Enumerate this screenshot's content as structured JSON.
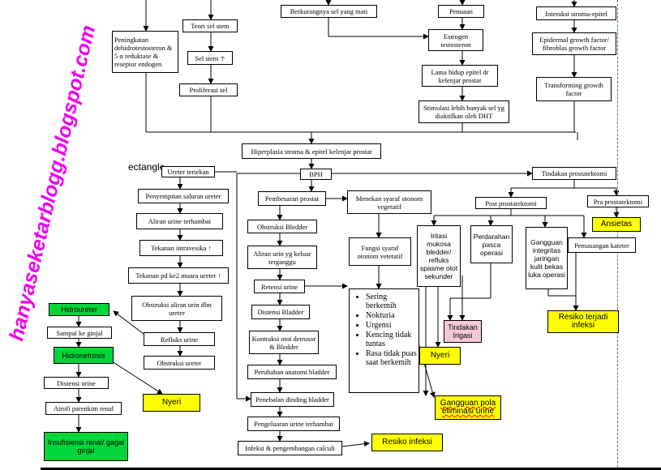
{
  "watermark": "hanyaseketarblogg.blogspot.com",
  "shape_tag": "ectangle",
  "boxes": {
    "peningkatan": "Peningkatan dehidrotestosteron & 5 α reduktase & reseptor endogen",
    "teori_stem": "Teori sel stem",
    "sel_stem": "Sel stem",
    "proliferasi": "Proliferasi sel",
    "berkurang": "Berkurangnya sel yang mati",
    "penuaan": "Penuaan",
    "estrogen": "Estrogen",
    "testosteron": "testosteron",
    "lama_hidup": "Lama hidup epitel dr kelenjar prostat",
    "stimulasi": "Stimulasi lebih banyak sel yg diaktifkan oleh DHT",
    "interaksi": "Interaksi stroma-epitel",
    "epidermal": "Epidermal growth factor/ fibroblas growth factor",
    "transforming": "Transforming growth factor",
    "hiperplasia": "Hiperplasia stroma & epitel kelenjar prostat",
    "bph": "BPH",
    "tindakan": "Tindakan prostatektomi",
    "pembesaran": "Pembesaran prostat",
    "menekan": "Menekan syaraf otonom vegetatif",
    "obstruksi_bledder": "Obstruksi Bledder",
    "aliran_keluar": "Aliran urin yg keluar terganggu",
    "retensi": "Retensi urine",
    "distensi_bladder": "Distensi Bladder",
    "kontraksi": "Kontraksi otot detrusor & Bledder",
    "perubahan": "Perubahan anatomi bladder",
    "penebalan": "Penebalan dinding bladder",
    "pengeluaran": "Pengeluaran urine terhambat",
    "infeksi": "Infeksi & pengembangan calculi",
    "resiko_infeksi": "Resiko infeksi",
    "fungsi": "Fungsi syaraf otonom vetetatif",
    "post": "Post prostatektomi",
    "pra": "Pra prostatektomi",
    "ansietas": "Ansietas",
    "iritasi": "Iritasi mukosa bledder/ refluks spasme otot sekunder",
    "perdarahan": "Perdarahan pasca operasi",
    "gangguan_integritas": "Gangguan integritas jaringan kulit bekas luka operasi",
    "pemasangan": "Pemasangan kateter",
    "resiko_terjadi": "Resiko terjadi infeksi",
    "tindakan_irigasi": "Tindakan Irigasi",
    "nyeri_mid": "Nyeri",
    "gangguan_pola": "Gangguan pola eliminasi urine",
    "ureter_tertekan": "Ureter tertekan",
    "penyempitan": "Penyempitan saluran ureter",
    "aliran_hambat": "Aliran urine terhambat",
    "tekanan_intra": "Tekanan intravesika",
    "tekanan_pd": "Tekanan pd ke2 muara ureter",
    "obstruksi_aliran": "Obstruksi aliran urin dlm ureter",
    "refluks": "Refluks urine",
    "obstruksi_ureter": "Obstruksi ureter",
    "hidroureter": "Hidroureter",
    "sampai": "Sampai ke ginjal",
    "hidronefrosis": "Hidronefrosis",
    "distensi_urine": "Distensi urine",
    "atrofi": "Atrofi parenkim renal",
    "insufisiensi": "Insufisiensi renal/ gagal ginjal",
    "nyeri_left": "Nyeri"
  },
  "symptoms": [
    "Sering berkemih",
    "Nokturia",
    "Urgensi",
    "Kencing tidak tuntas",
    "Rasa tidak puas saat berkemih"
  ],
  "colors": {
    "yellow": "#ffff00",
    "green": "#00d639",
    "pink": "#f6c9d6",
    "watermark": "#ee00ee"
  }
}
